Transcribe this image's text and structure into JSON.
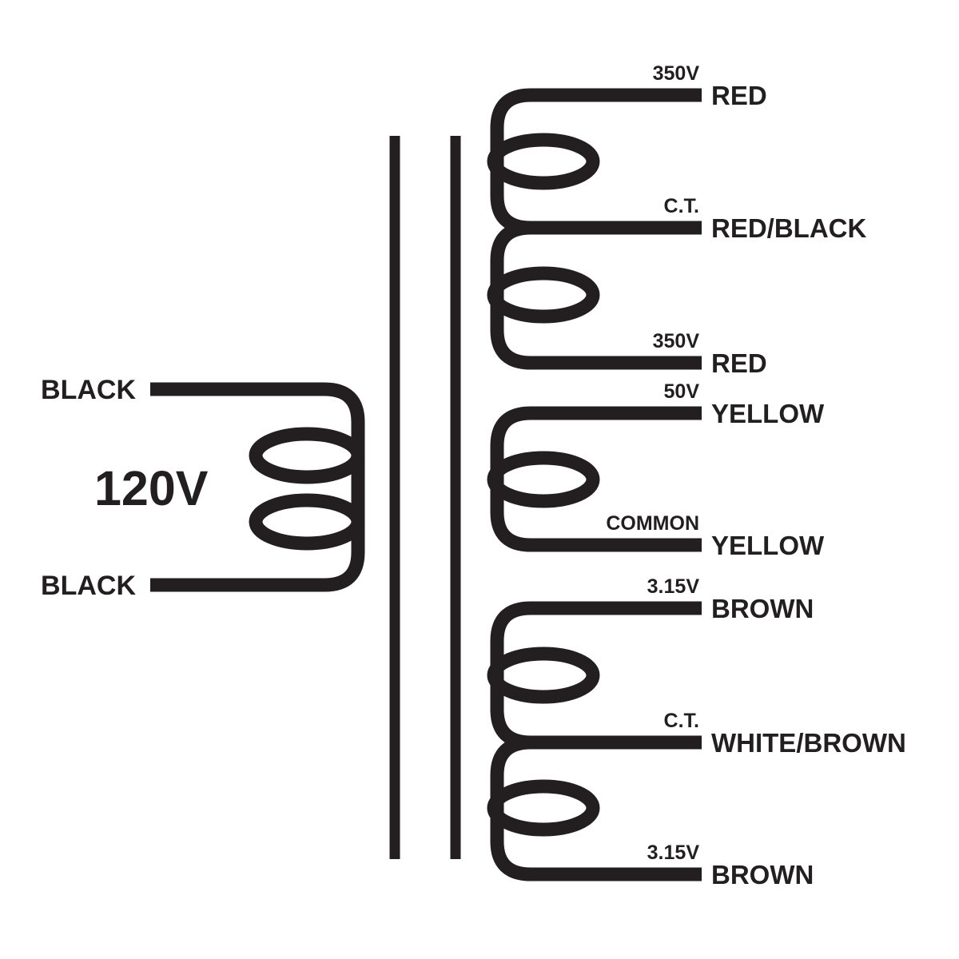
{
  "diagram": {
    "kind": "power-transformer-winding-diagram",
    "primary": {
      "voltage_label": "120V",
      "top_lead": {
        "wire_color": "BLACK"
      },
      "bottom_lead": {
        "wire_color": "BLACK"
      }
    },
    "secondaries": [
      {
        "leads": [
          {
            "tap": "350V",
            "wire_color": "RED"
          },
          {
            "tap": "C.T.",
            "wire_color": "RED/BLACK"
          },
          {
            "tap": "350V",
            "wire_color": "RED"
          }
        ]
      },
      {
        "leads": [
          {
            "tap": "50V",
            "wire_color": "YELLOW"
          },
          {
            "tap": "COMMON",
            "wire_color": "YELLOW"
          }
        ]
      },
      {
        "leads": [
          {
            "tap": "3.15V",
            "wire_color": "BROWN"
          },
          {
            "tap": "C.T.",
            "wire_color": "WHITE/BROWN"
          },
          {
            "tap": "3.15V",
            "wire_color": "BROWN"
          }
        ]
      }
    ],
    "colors": {
      "ink": "#231f20",
      "background": "#ffffff"
    }
  }
}
